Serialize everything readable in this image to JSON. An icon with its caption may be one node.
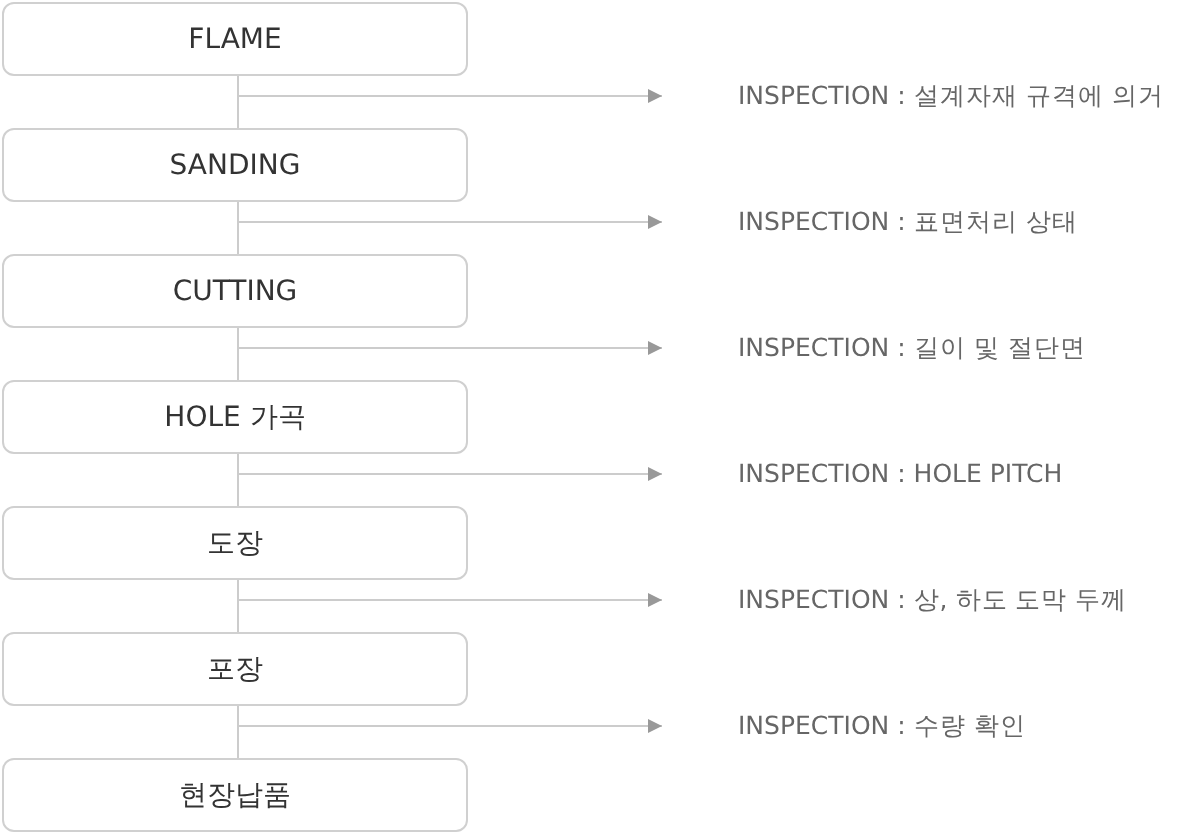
{
  "diagram": {
    "nodes": [
      {
        "text": [
          "FLAME"
        ]
      },
      {
        "text": [
          "INSPECTION : 설계자재 규격에 의거"
        ]
      },
      {
        "text": [
          "SANDING"
        ]
      },
      {
        "text": [
          "INSPECTION : 표면처리 상태"
        ]
      },
      {
        "text": [
          "CUTTING"
        ]
      },
      {
        "text": [
          "INSPECTION : 길이 및 절단면"
        ]
      },
      {
        "text": [
          "HOLE 가곡"
        ]
      },
      {
        "text": [
          "INSPECTION : HOLE PITCH"
        ]
      },
      {
        "text": [
          "도장"
        ]
      },
      {
        "text": [
          "INSPECTION : 상, 하도 도막 두께"
        ]
      },
      {
        "text": [
          "포장"
        ]
      },
      {
        "text": [
          "INSPECTION : 수량 확인"
        ]
      },
      {
        "text": [
          "현장납품"
        ]
      }
    ],
    "edges": [
      {
        "from": 0,
        "to": 2,
        "arrow": "none"
      },
      {
        "from": 0,
        "to": 1,
        "arrow": "to"
      },
      {
        "from": 2,
        "to": 4,
        "arrow": "none"
      },
      {
        "from": 2,
        "to": 3,
        "arrow": "to"
      },
      {
        "from": 4,
        "to": 6,
        "arrow": "none"
      },
      {
        "from": 4,
        "to": 5,
        "arrow": "to"
      },
      {
        "from": 6,
        "to": 8,
        "arrow": "none"
      },
      {
        "from": 6,
        "to": 7,
        "arrow": "to"
      },
      {
        "from": 8,
        "to": 10,
        "arrow": "none"
      },
      {
        "from": 8,
        "to": 9,
        "arrow": "to"
      },
      {
        "from": 10,
        "to": 12,
        "arrow": "none"
      },
      {
        "from": 10,
        "to": 11,
        "arrow": "to"
      }
    ]
  }
}
